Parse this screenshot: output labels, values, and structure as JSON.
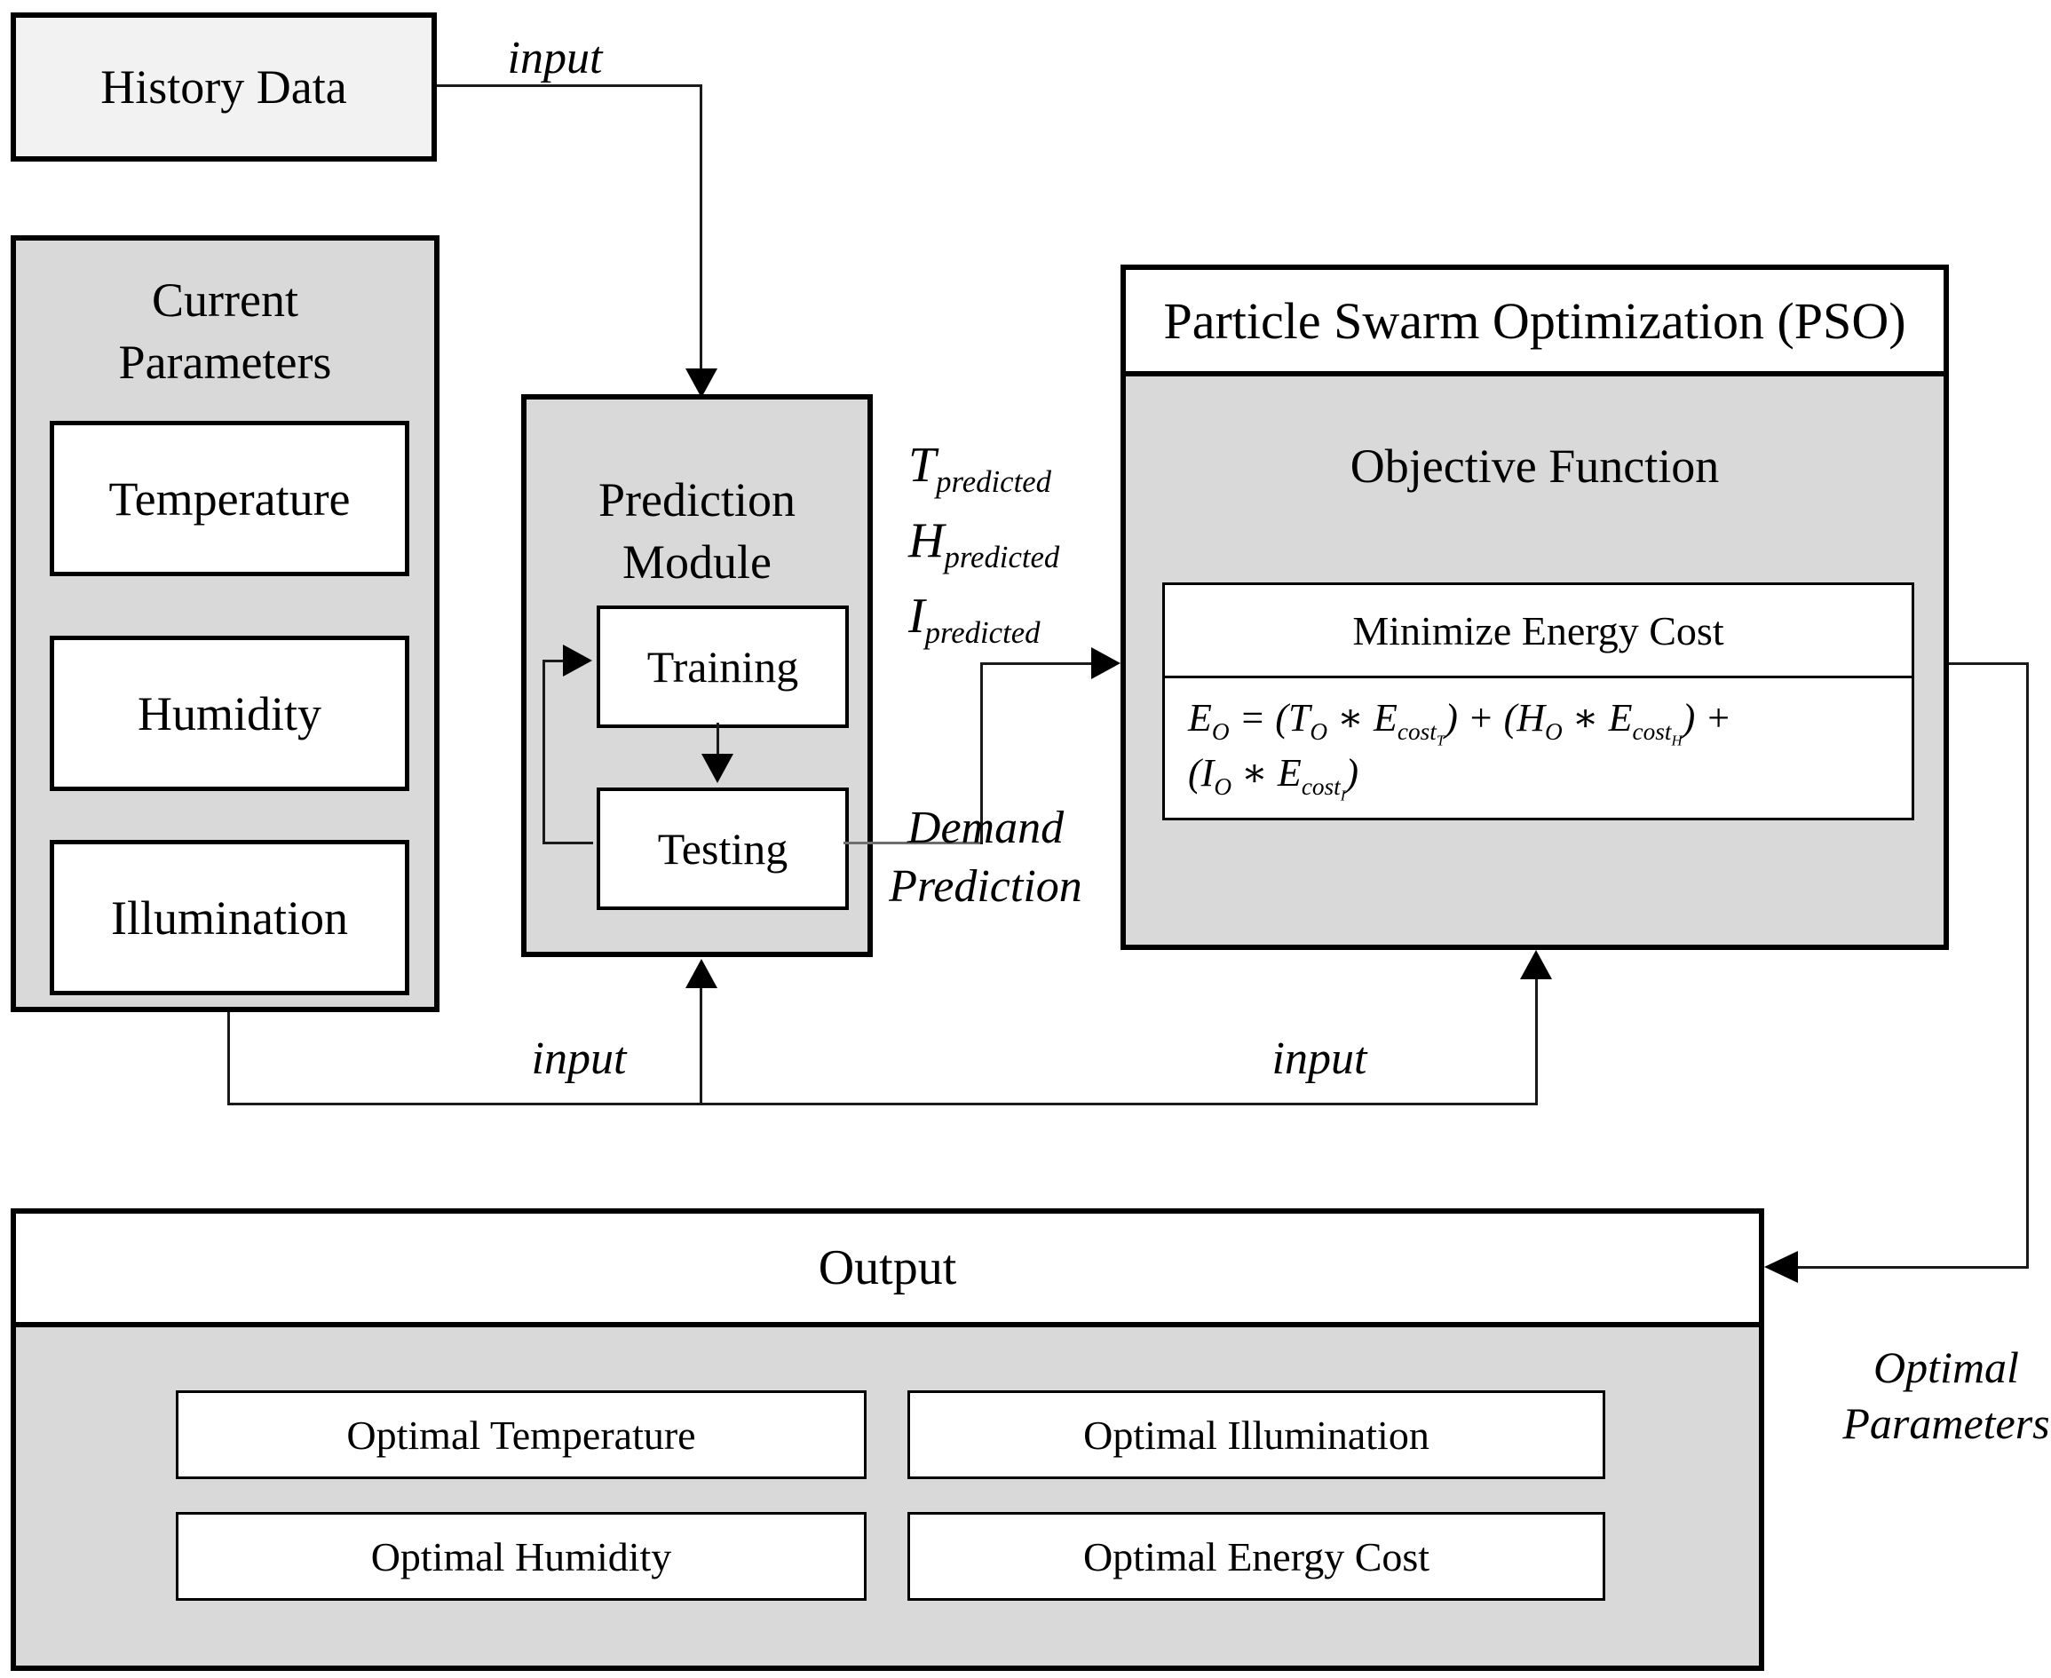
{
  "history": {
    "label": "History Data"
  },
  "current_parameters": {
    "title": [
      "Current",
      "Parameters"
    ],
    "items": [
      "Temperature",
      "Humidity",
      "Illumination"
    ]
  },
  "prediction_module": {
    "title": [
      "Prediction",
      "Module"
    ],
    "training": "Training",
    "testing": "Testing"
  },
  "pso": {
    "title": "Particle Swarm Optimization (PSO)",
    "subtitle": "Objective Function",
    "objective": {
      "header": "Minimize Energy Cost",
      "formula": [
        "E_{O} = (T_{O} ∗ E_{cost_{T}}) + (H_{O} ∗ E_{cost_{H}}) +",
        "(I_{O} ∗ E_{cost_{I}})"
      ]
    }
  },
  "output": {
    "title": "Output",
    "items": [
      "Optimal Temperature",
      "Optimal Illumination",
      "Optimal Humidity",
      "Optimal Energy Cost"
    ]
  },
  "labels": {
    "input_top": "input",
    "input_left": "input",
    "input_right": "input",
    "predicted": [
      "T_{predicted}",
      "H_{predicted}",
      "I_{predicted}"
    ],
    "demand": [
      "Demand",
      "Prediction"
    ],
    "optimal_parameters": [
      "Optimal",
      "Parameters"
    ]
  },
  "colors": {
    "box_gray": "#d9d9d9",
    "box_light": "#f2f2f2",
    "line": "#1a1a1a",
    "border": "#000000"
  }
}
